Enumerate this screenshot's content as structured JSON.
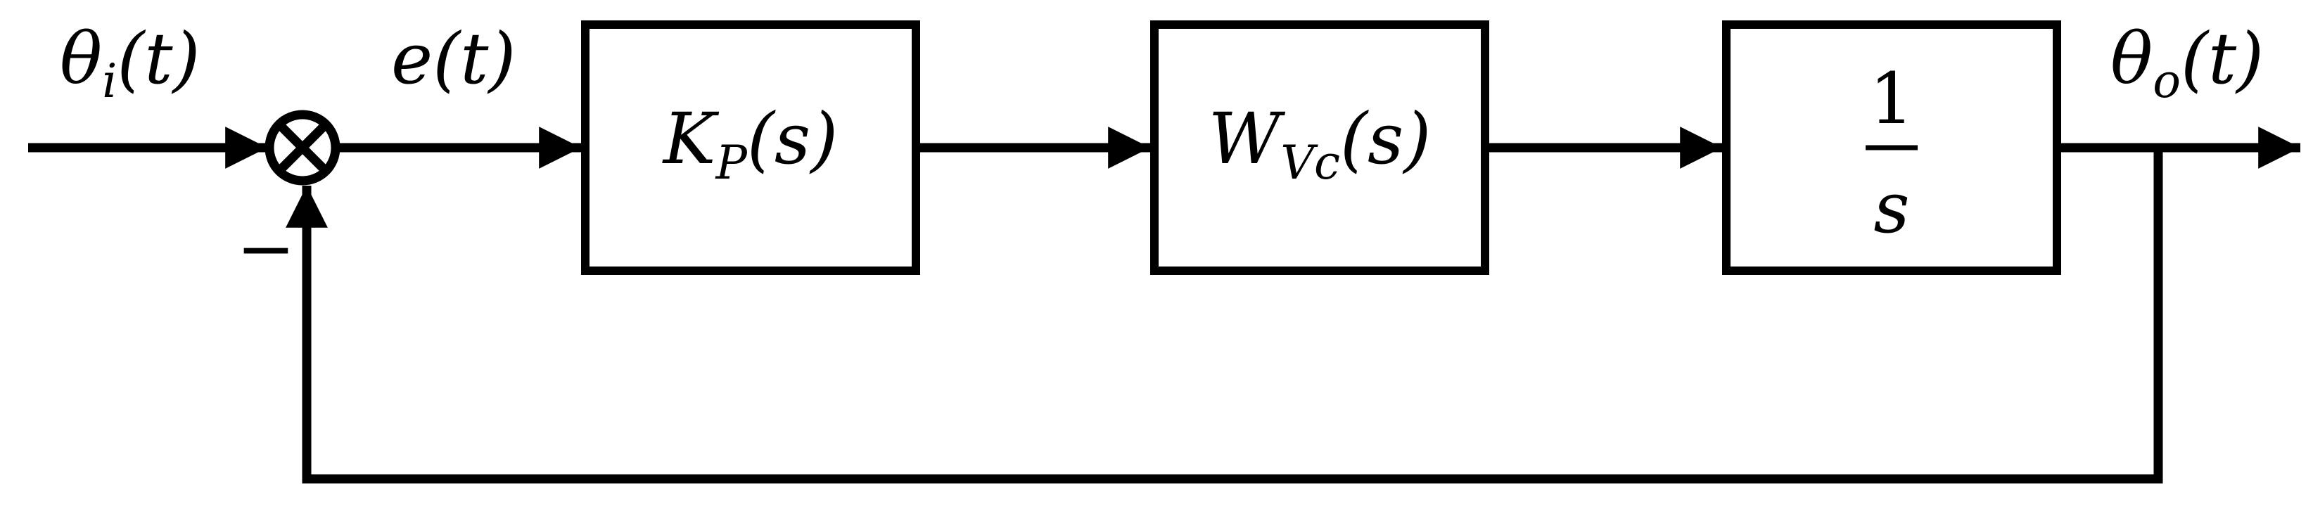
{
  "signals": {
    "input": {
      "base": "θ",
      "sub": "i",
      "arg": "(t)"
    },
    "error": {
      "base": "e",
      "arg": "(t)"
    },
    "output": {
      "base": "θ",
      "sub": "o",
      "arg": "(t)"
    }
  },
  "summing_junction": {
    "feedback_sign": "−"
  },
  "blocks": {
    "controller": {
      "base": "K",
      "sub": "P",
      "arg": "(s)"
    },
    "plant": {
      "base": "W",
      "sub": "Vc",
      "arg": "(s)"
    },
    "integrator": {
      "numerator": "1",
      "denominator": "s"
    }
  },
  "colors": {
    "stroke": "#000000",
    "background": "#ffffff"
  }
}
